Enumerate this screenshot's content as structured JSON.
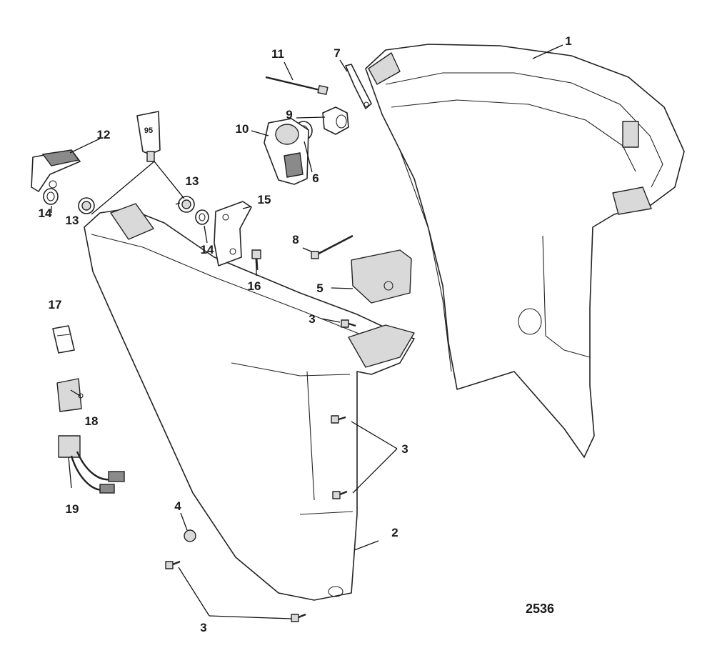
{
  "figure_number": "2536",
  "callouts": [
    {
      "id": "c1",
      "text": "1"
    },
    {
      "id": "c2",
      "text": "2"
    },
    {
      "id": "c3a",
      "text": "3"
    },
    {
      "id": "c3b",
      "text": "3"
    },
    {
      "id": "c3c",
      "text": "3"
    },
    {
      "id": "c4",
      "text": "4"
    },
    {
      "id": "c5",
      "text": "5"
    },
    {
      "id": "c6",
      "text": "6"
    },
    {
      "id": "c7",
      "text": "7"
    },
    {
      "id": "c8",
      "text": "8"
    },
    {
      "id": "c9",
      "text": "9"
    },
    {
      "id": "c10",
      "text": "10"
    },
    {
      "id": "c11",
      "text": "11"
    },
    {
      "id": "c12",
      "text": "12"
    },
    {
      "id": "c13a",
      "text": "13"
    },
    {
      "id": "c13b",
      "text": "13"
    },
    {
      "id": "c14a",
      "text": "14"
    },
    {
      "id": "c14b",
      "text": "14"
    },
    {
      "id": "c15",
      "text": "15"
    },
    {
      "id": "c16",
      "text": "16"
    },
    {
      "id": "c17",
      "text": "17"
    },
    {
      "id": "c18",
      "text": "18"
    },
    {
      "id": "c19",
      "text": "19"
    }
  ],
  "sealant_tube_label": "95"
}
